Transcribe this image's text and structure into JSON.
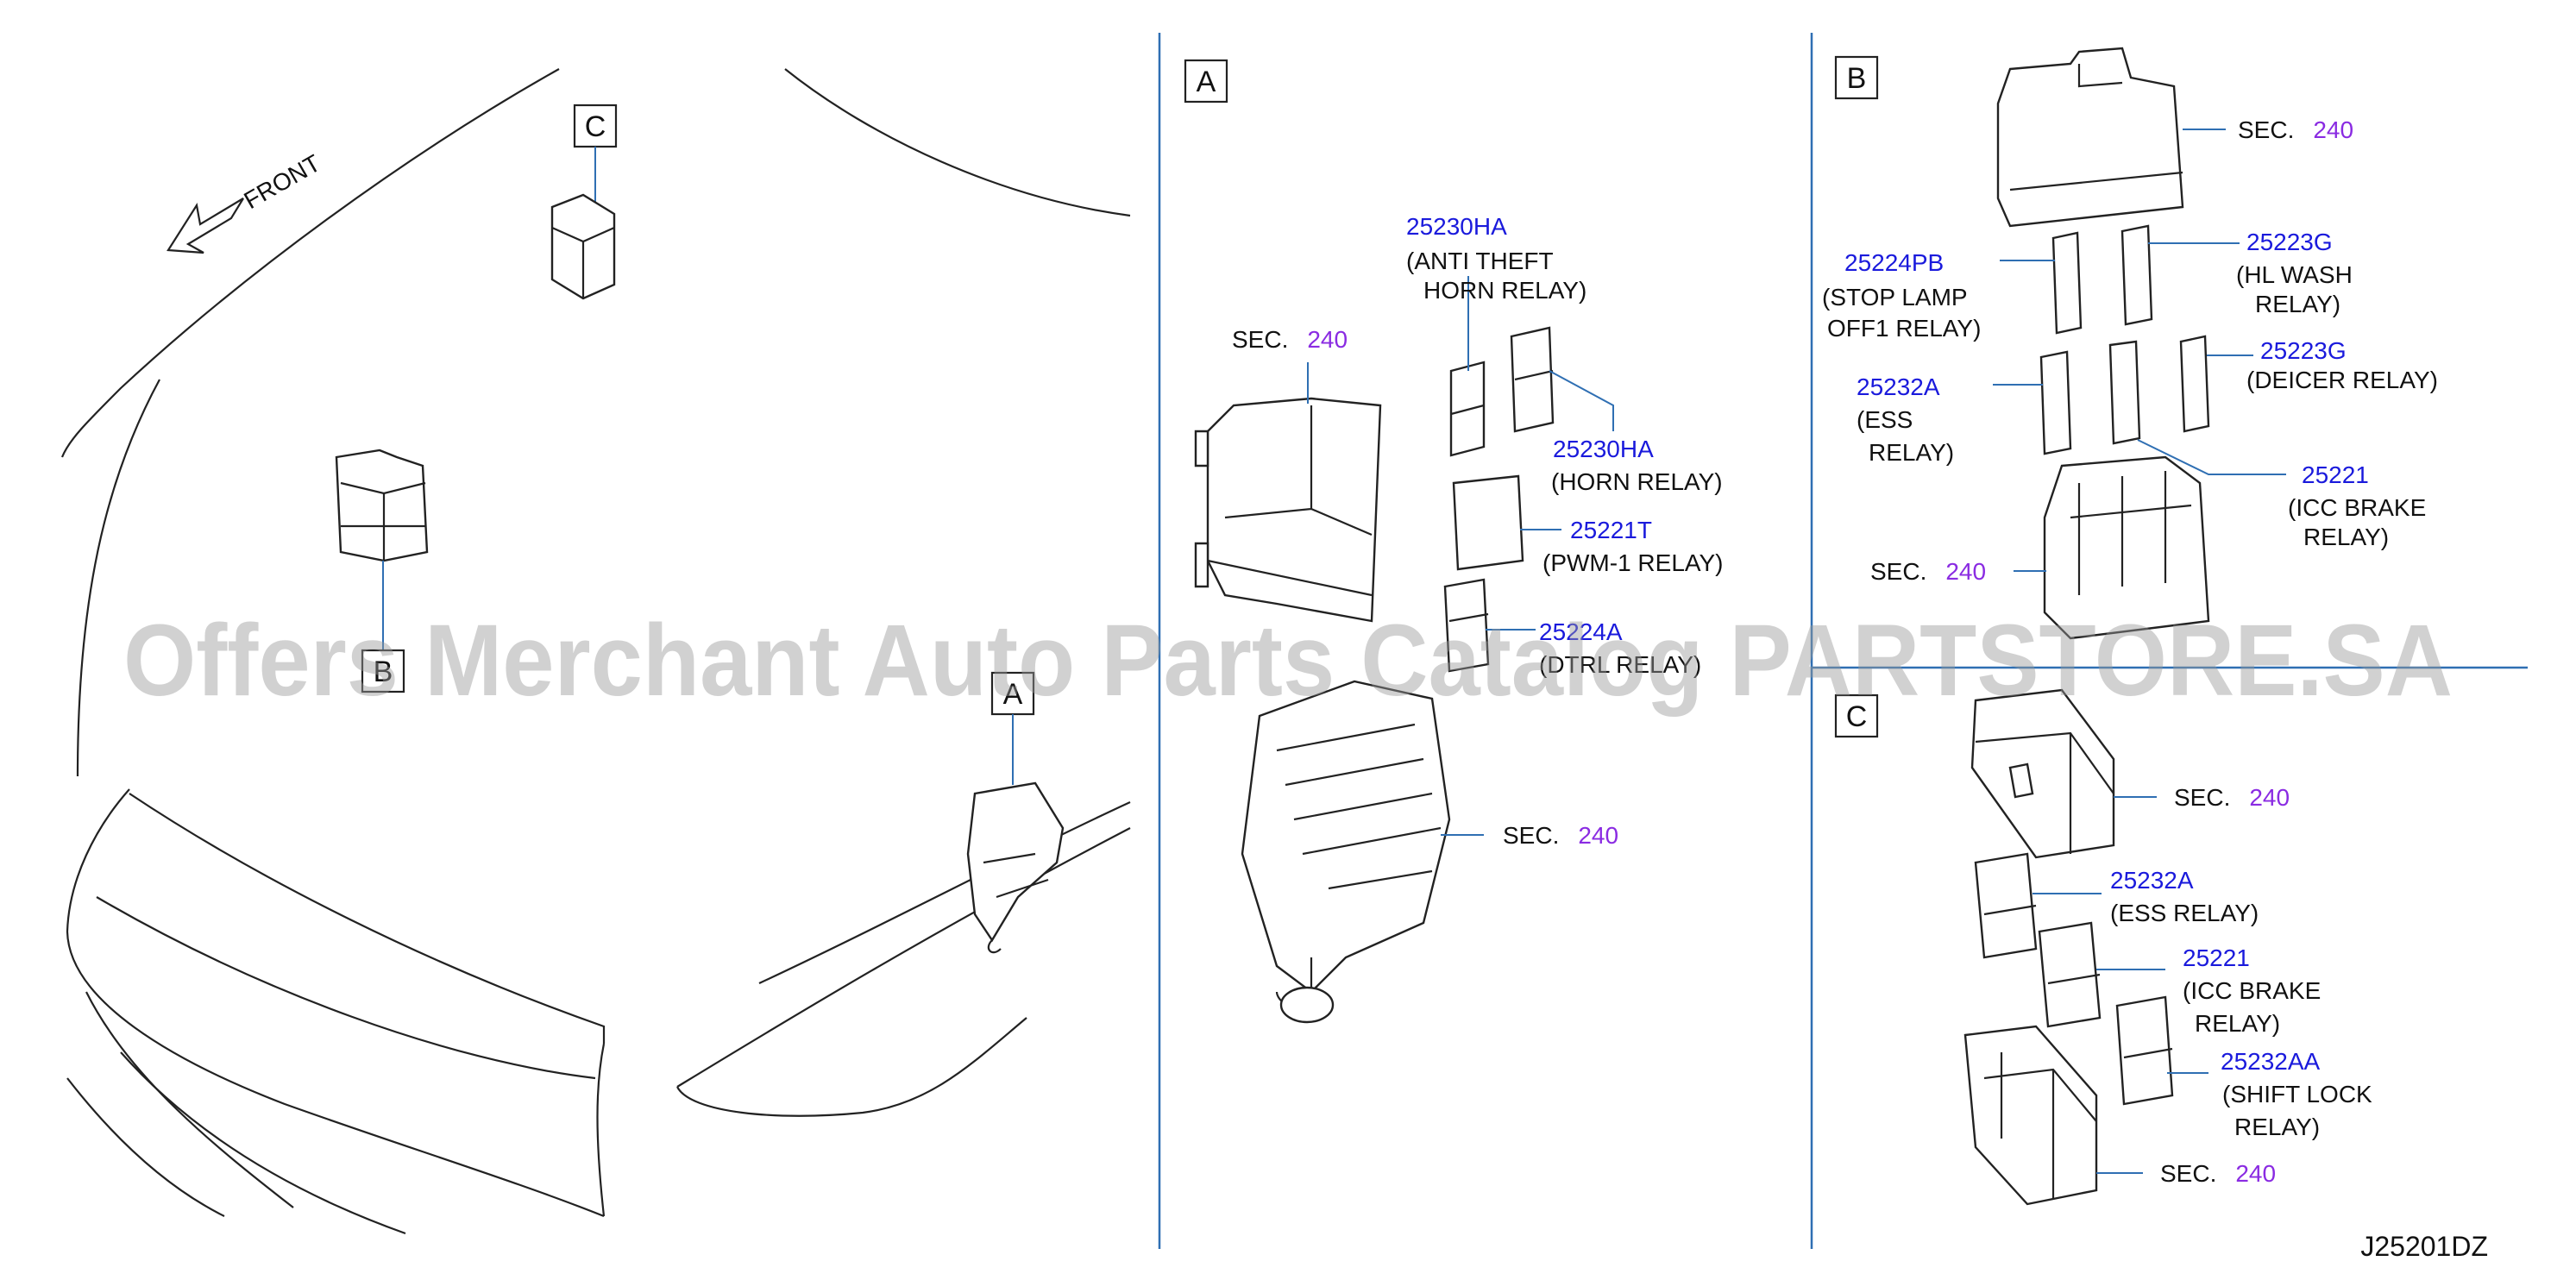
{
  "overview": {
    "front_label": "FRONT",
    "callout_a": "A",
    "callout_b": "B",
    "callout_c": "C"
  },
  "panel_a": {
    "box_label": "A",
    "labels": [
      {
        "pn": "25230HA",
        "desc": [
          "(ANTI   THEFT",
          "HORN   RELAY)"
        ]
      },
      {
        "pn": "25230HA",
        "desc": [
          "(HORN   RELAY)"
        ]
      },
      {
        "pn": "25221T",
        "desc": [
          "(PWM-1   RELAY)"
        ]
      },
      {
        "pn": "25224A",
        "desc": [
          "(DTRL   RELAY)"
        ]
      }
    ],
    "sec_refs": [
      {
        "prefix": "SEC.",
        "num": "240"
      },
      {
        "prefix": "SEC.",
        "num": "240"
      }
    ]
  },
  "panel_b": {
    "box_label": "B",
    "labels": [
      {
        "pn": "25224PB",
        "desc": [
          "(STOP   LAMP",
          "OFF1   RELAY)"
        ]
      },
      {
        "pn": "25223G",
        "desc": [
          "(HL   WASH",
          "RELAY)"
        ]
      },
      {
        "pn": "25232A",
        "desc": [
          "(ESS",
          "RELAY)"
        ]
      },
      {
        "pn": "25223G",
        "desc": [
          "(DEICER   RELAY)"
        ]
      },
      {
        "pn": "25221",
        "desc": [
          "(ICC   BRAKE",
          "RELAY)"
        ]
      }
    ],
    "sec_refs": [
      {
        "prefix": "SEC.",
        "num": "240"
      },
      {
        "prefix": "SEC.",
        "num": "240"
      }
    ]
  },
  "panel_c": {
    "box_label": "C",
    "labels": [
      {
        "pn": "25232A",
        "desc": [
          "(ESS   RELAY)"
        ]
      },
      {
        "pn": "25221",
        "desc": [
          "(ICC   BRAKE",
          "RELAY)"
        ]
      },
      {
        "pn": "25232AA",
        "desc": [
          "(SHIFT   LOCK",
          "RELAY)"
        ]
      }
    ],
    "sec_refs": [
      {
        "prefix": "SEC.",
        "num": "240"
      },
      {
        "prefix": "SEC.",
        "num": "240"
      }
    ]
  },
  "watermark": "Offers Merchant Auto Parts Catalog PARTSTORE.SA",
  "diagram_code": "J25201DZ",
  "colors": {
    "part_number": "#1a1adc",
    "section_ref": "#8a2be2",
    "leader": "#2f6fb3",
    "divider": "#2f6fb3"
  }
}
